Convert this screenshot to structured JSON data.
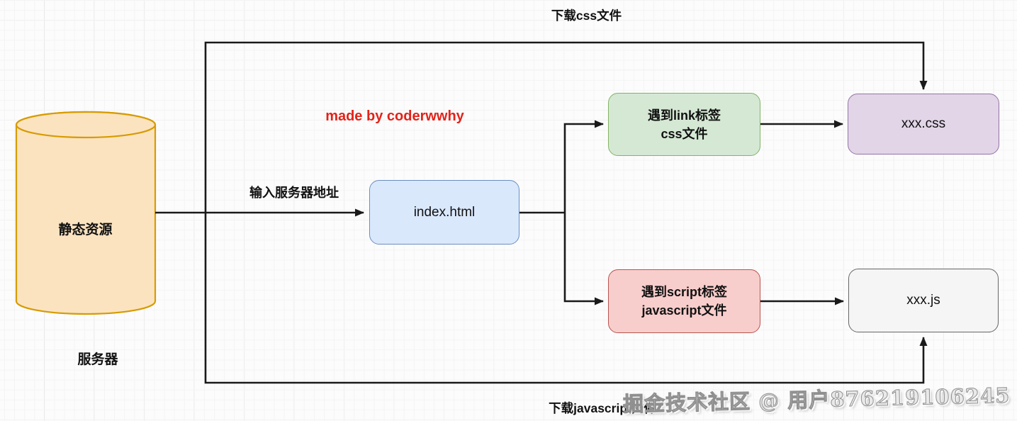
{
  "diagram": {
    "credit": "made by coderwwhy",
    "watermark": "掘金技术社区 @ 用户876219106245",
    "nodes": {
      "server_db": {
        "label": "静态资源",
        "caption": "服务器"
      },
      "index_html": {
        "label": "index.html"
      },
      "link_tag": {
        "line1": "遇到link标签",
        "line2": "css文件"
      },
      "script_tag": {
        "line1": "遇到script标签",
        "line2": "javascript文件"
      },
      "css_file": {
        "label": "xxx.css"
      },
      "js_file": {
        "label": "xxx.js"
      }
    },
    "edges": {
      "enter_address": "输入服务器地址",
      "download_css": "下载css文件",
      "download_js": "下载javascript文件"
    },
    "colors": {
      "cylinder_fill": "#FBE3C0",
      "cylinder_stroke": "#D79B00",
      "html_fill": "#DAE8FC",
      "html_stroke": "#6C8EBF",
      "link_fill": "#D5E8D4",
      "link_stroke": "#82B366",
      "script_fill": "#F8CECC",
      "script_stroke": "#B85450",
      "css_fill": "#E1D5E7",
      "css_stroke": "#9673A6",
      "js_fill": "#F5F5F5",
      "js_stroke": "#666666",
      "credit_color": "#E2231A",
      "line_color": "#1a1a1a",
      "watermark_color": "#8f8f8f"
    }
  }
}
